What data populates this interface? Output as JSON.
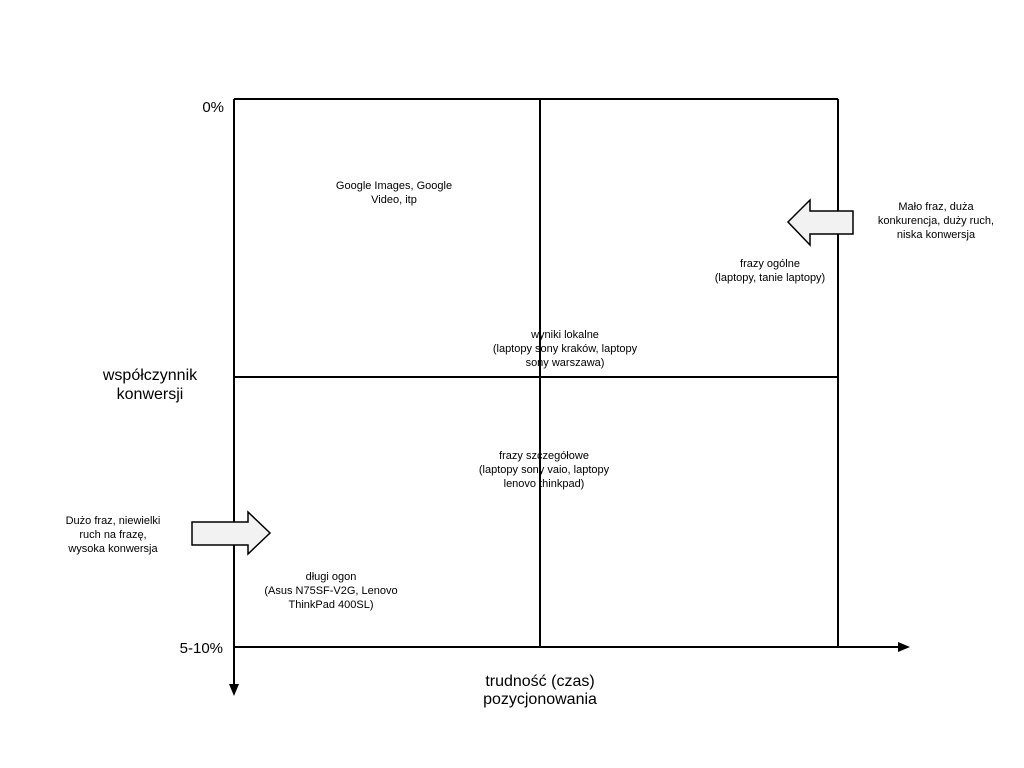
{
  "axes": {
    "y_label": [
      "współczynnik",
      "konwersji"
    ],
    "x_label": [
      "trudność (czas)",
      "pozycjonowania"
    ],
    "y_top": "0%",
    "y_bottom": "5-10%"
  },
  "notes": {
    "google": [
      "Google Images, Google",
      "Video, itp"
    ],
    "general": [
      "frazy ogólne",
      "(laptopy, tanie laptopy)"
    ],
    "local": [
      "wyniki lokalne",
      "(laptopy sony kraków, laptopy",
      "sony warszawa)"
    ],
    "detailed": [
      "frazy szczegółowe",
      "(laptopy sony vaio, laptopy",
      "lenovo thinkpad)"
    ],
    "longtail": [
      "długi ogon",
      "(Asus N75SF-V2G, Lenovo",
      "ThinkPad 400SL)"
    ]
  },
  "arrows": {
    "left_note": [
      "Dużo fraz, niewielki",
      "ruch na frazę,",
      "wysoka konwersja"
    ],
    "right_note": [
      "Mało fraz, duża",
      "konkurencja, duży ruch,",
      "niska konwersja"
    ]
  }
}
